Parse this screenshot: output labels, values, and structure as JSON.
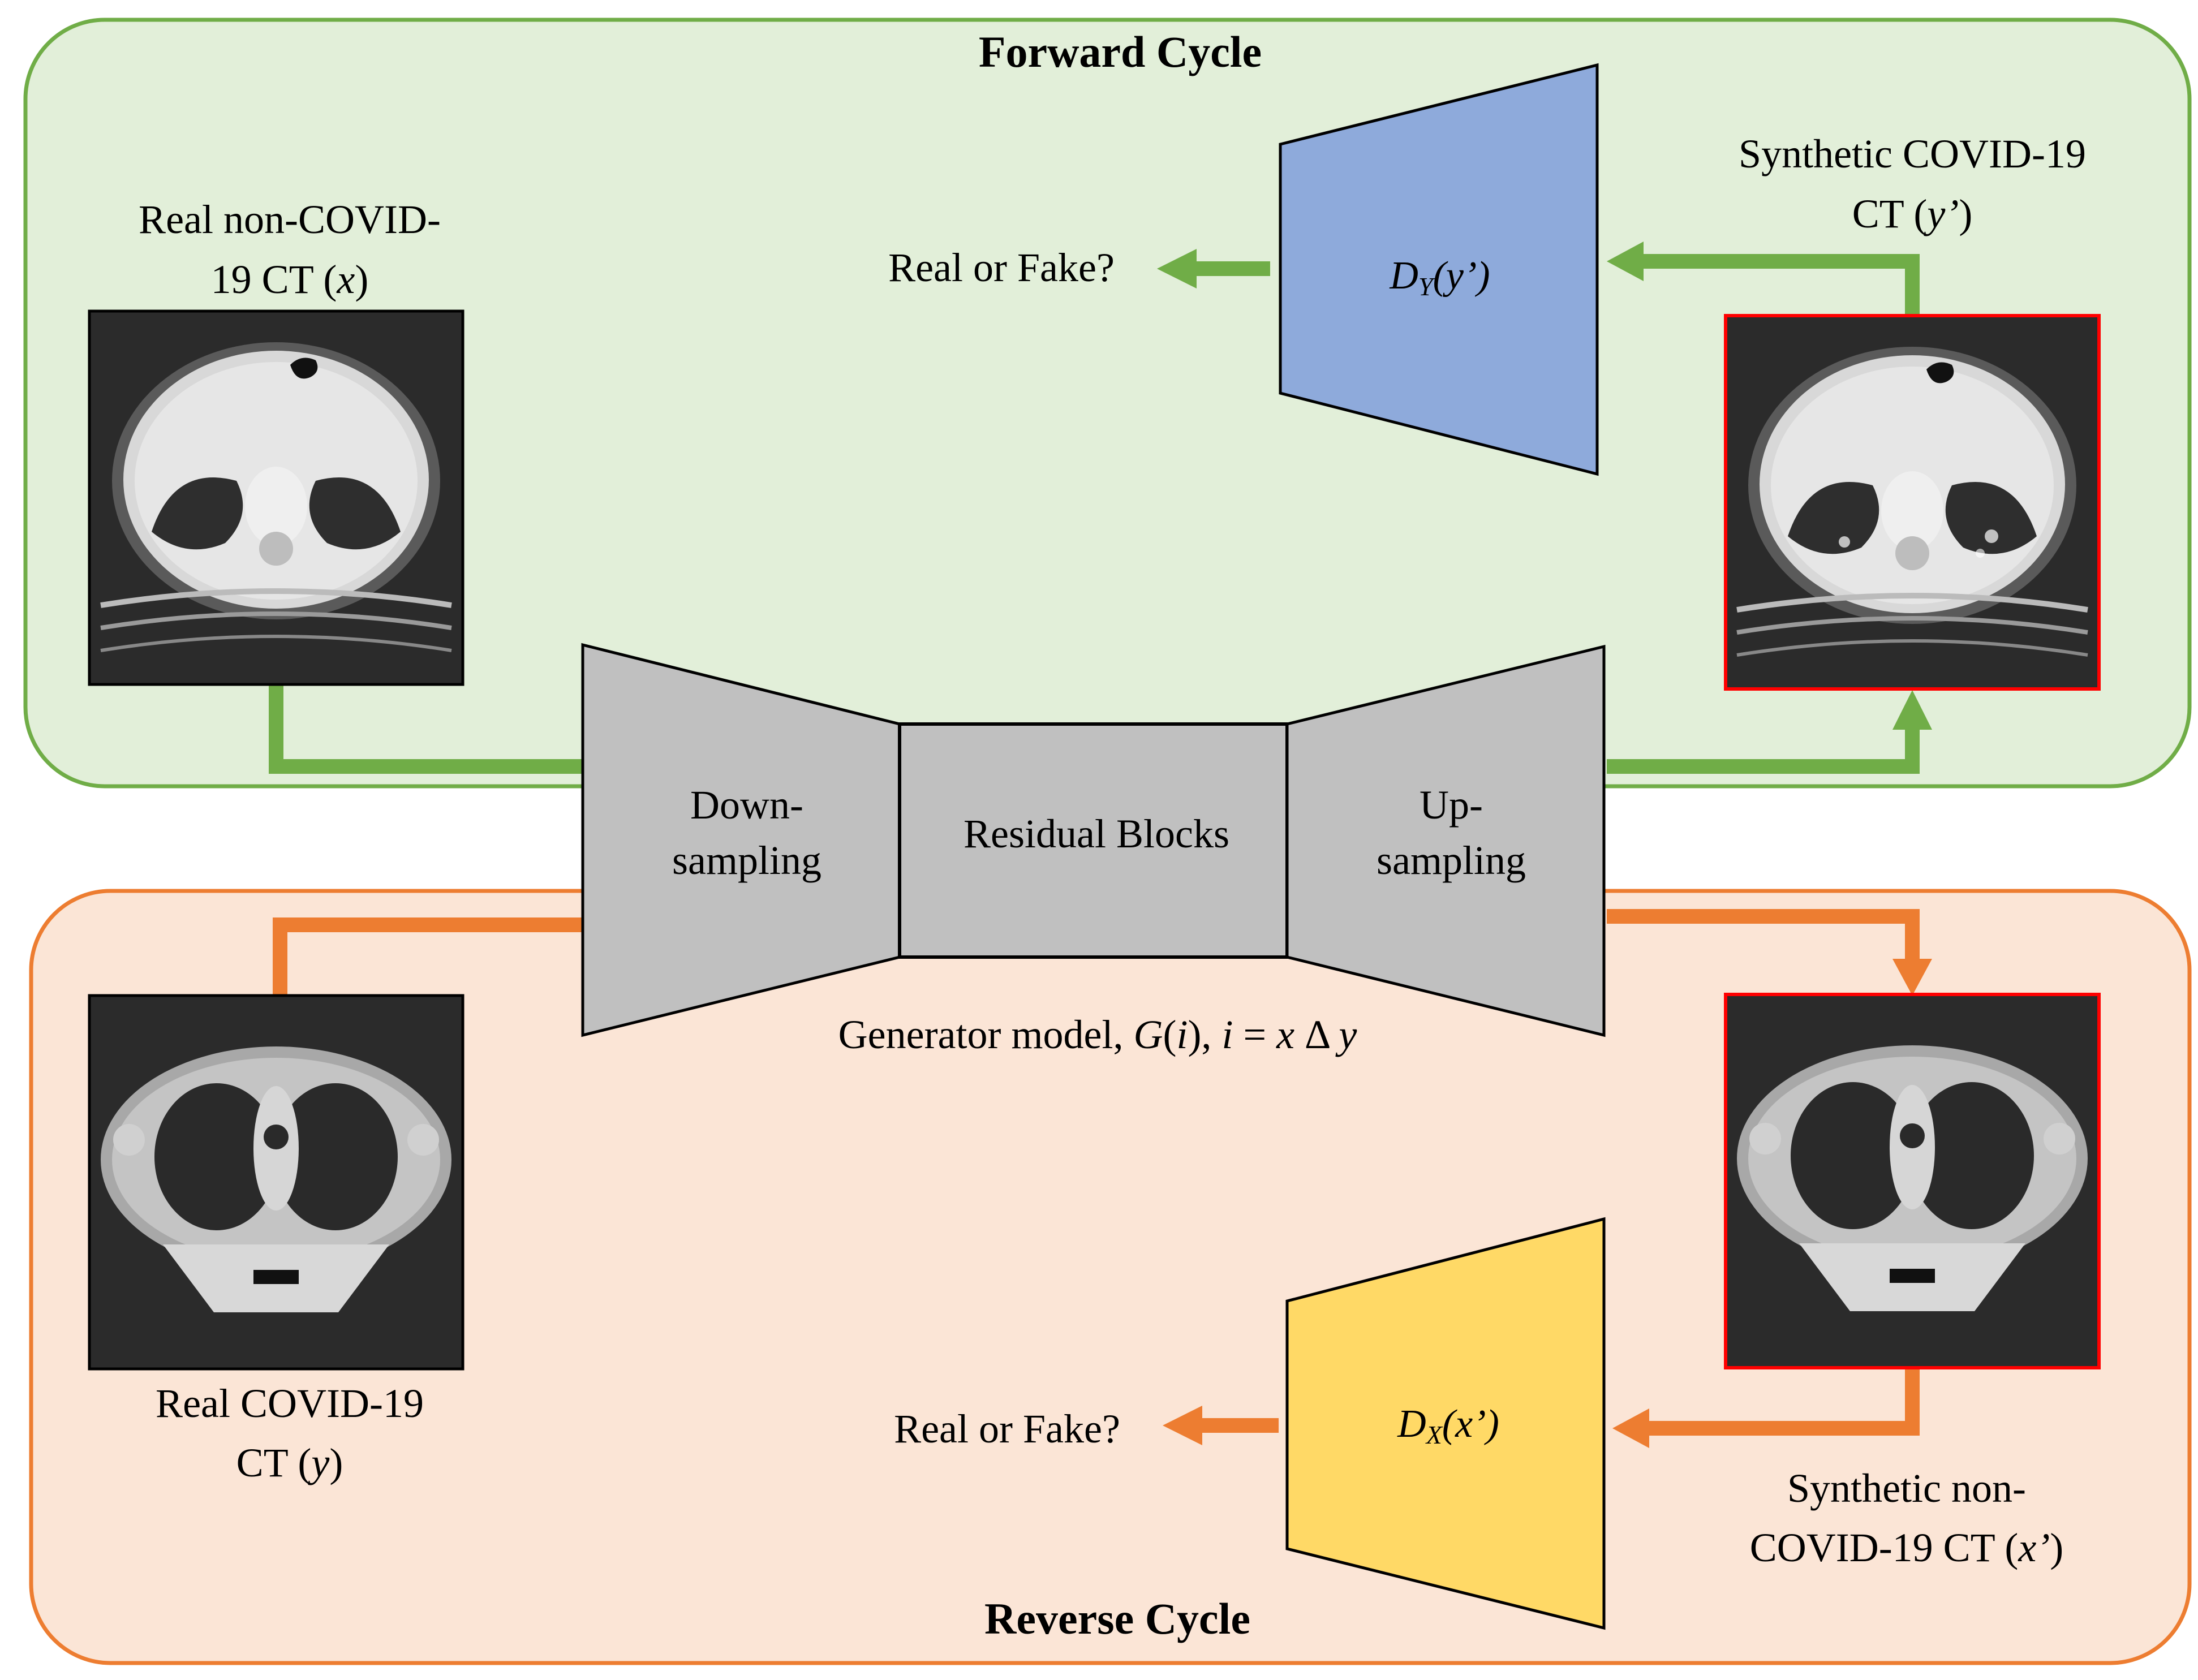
{
  "colors": {
    "forward_bg": "#e2efd9",
    "forward_border": "#70ad47",
    "reverse_bg": "#fbe5d6",
    "reverse_border": "#ed7d31",
    "generator_fill": "#c0c0c0",
    "disc_y_fill": "#8eaadb",
    "disc_x_fill": "#ffd966",
    "synthetic_frame": "#ff0000",
    "ct_bg": "#2b2b2b"
  },
  "forward": {
    "title": "Forward Cycle",
    "input_label_line1": "Real non-COVID-",
    "input_label_line2_a": "19 CT (",
    "input_label_line2_var": "x",
    "input_label_line2_b": ")",
    "output_label_line1": "Synthetic COVID-19",
    "output_label_line2_a": "CT (",
    "output_label_line2_var": "y’",
    "output_label_line2_b": ")",
    "disc_label_main": "D",
    "disc_label_sub": "Y",
    "disc_label_arg": "(y’)",
    "decision": "Real or Fake?"
  },
  "reverse": {
    "title": "Reverse Cycle",
    "input_label_line1": "Real COVID-19",
    "input_label_line2_a": "CT (",
    "input_label_line2_var": "y",
    "input_label_line2_b": ")",
    "output_label_line1": "Synthetic non-",
    "output_label_line2_a": "COVID-19 CT (",
    "output_label_line2_var": "x’",
    "output_label_line2_b": ")",
    "disc_label_main": "D",
    "disc_label_sub": "X",
    "disc_label_arg": "(x’)",
    "decision": "Real or Fake?"
  },
  "generator": {
    "down_line1": "Down-",
    "down_line2": "sampling",
    "residual": "Residual Blocks",
    "up_line1": "Up-",
    "up_line2": "sampling",
    "caption_a": "Generator model, ",
    "caption_g": "G",
    "caption_b": "(",
    "caption_i": "i",
    "caption_c": "), ",
    "caption_i2": "i",
    "caption_d": " = ",
    "caption_x": "x",
    "caption_e": " Δ ",
    "caption_y": "y"
  },
  "images": {
    "ct_abdomen": "abdominal-ct-slice",
    "ct_chest": "chest-ct-slice"
  }
}
